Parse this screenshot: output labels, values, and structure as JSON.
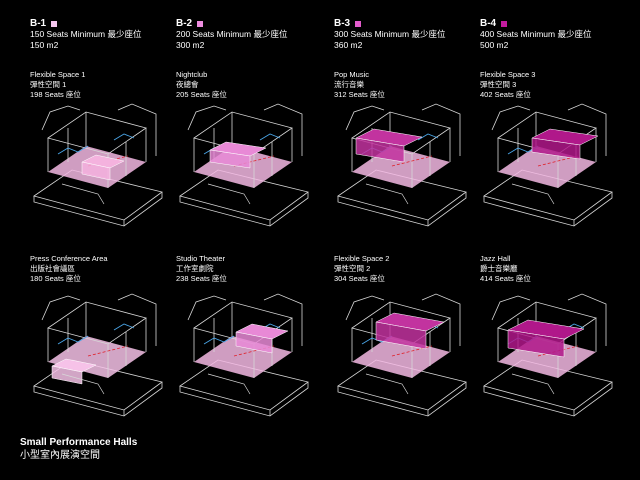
{
  "columns": [
    {
      "code": "B-1",
      "seats": "150 Seats Minimum 最少座位",
      "area": "150 m2",
      "swatch": "#f4c6ee"
    },
    {
      "code": "B-2",
      "seats": "200 Seats Minimum 最少座位",
      "area": "300 m2",
      "swatch": "#ee8de0"
    },
    {
      "code": "B-3",
      "seats": "300 Seats Minimum 最少座位",
      "area": "360 m2",
      "swatch": "#e35bcc"
    },
    {
      "code": "B-4",
      "seats": "400 Seats Minimum 最少座位",
      "area": "500 m2",
      "swatch": "#c21b9e"
    }
  ],
  "configs": [
    {
      "name": "Flexible Space 1",
      "zh": "彈性空間 1",
      "seats": "198 Seats 座位",
      "floor": "#f3b9e3",
      "block": "#f4b2de"
    },
    {
      "name": "Nightclub",
      "zh": "夜總會",
      "seats": "205 Seats 座位",
      "floor": "#f3b9e3",
      "block": "#e889d6"
    },
    {
      "name": "Pop Music",
      "zh": "流行音樂",
      "seats": "312 Seats 座位",
      "floor": "#f3b9e3",
      "block": "#c2339f"
    },
    {
      "name": "Flexible Space 3",
      "zh": "彈性空間 3",
      "seats": "402 Seats 座位",
      "floor": "#f3b9e3",
      "block": "#b0188a"
    },
    {
      "name": "Press Conference Area",
      "zh": "出版社會議區",
      "seats": "180 Seats 座位",
      "floor": "#f6c2e8",
      "block": "#f6c2e8"
    },
    {
      "name": "Studio Theater",
      "zh": "工作室劇院",
      "seats": "238 Seats 座位",
      "floor": "#f3b9e3",
      "block": "#e889d6"
    },
    {
      "name": "Flexible Space 2",
      "zh": "彈性空間 2",
      "seats": "304 Seats 座位",
      "floor": "#f3b9e3",
      "block": "#c2339f"
    },
    {
      "name": "Jazz Hall",
      "zh": "爵士音樂廳",
      "seats": "414 Seats 座位",
      "floor": "#f3b9e3",
      "block": "#b0188a"
    }
  ],
  "footer": {
    "title": "Small Performance Halls",
    "subtitle": "小型室內展演空間"
  },
  "colors": {
    "line": "#d8d8d8",
    "accent_blue": "#4aa6e8",
    "accent_red": "#e0202a"
  }
}
